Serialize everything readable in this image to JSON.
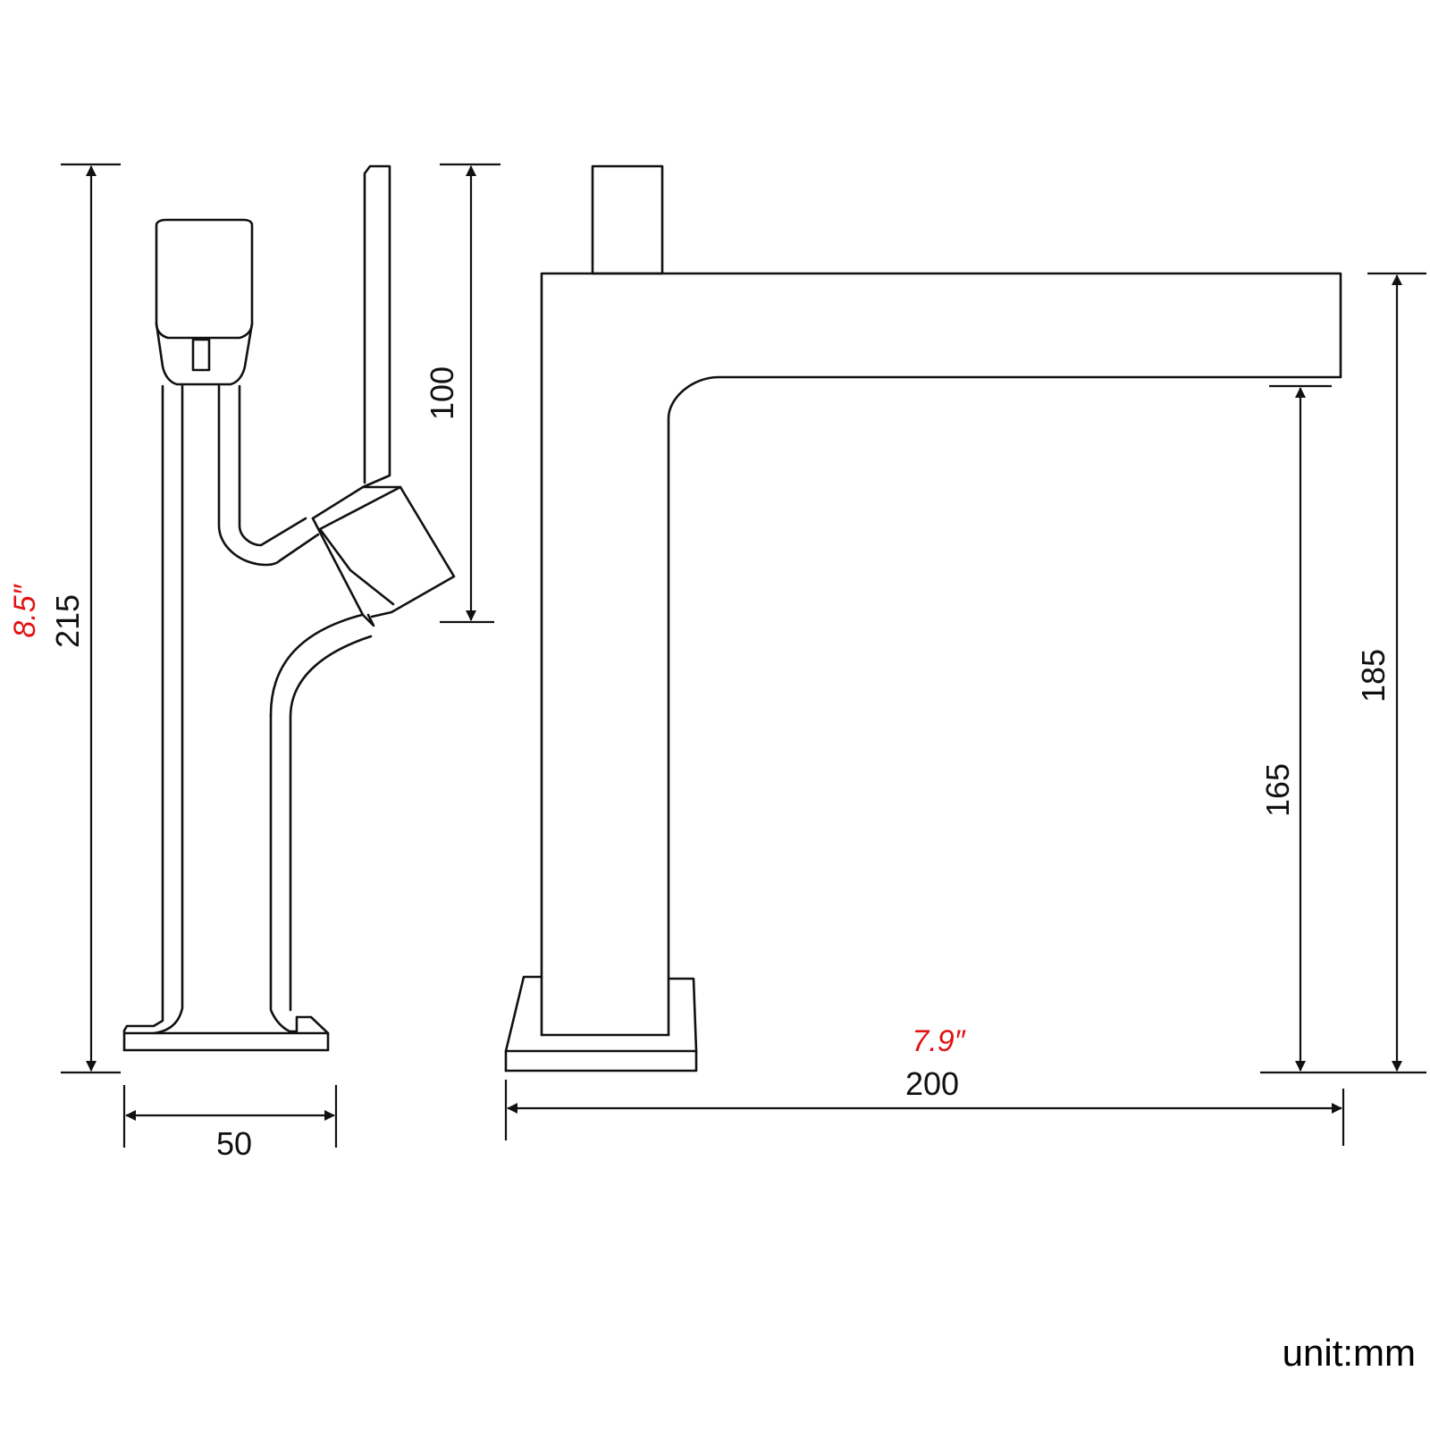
{
  "dimensions": {
    "total_height": "215",
    "total_height_inch": "8.5″",
    "handle_height": "100",
    "base_width": "50",
    "spout_height": "185",
    "spout_clearance": "165",
    "spout_length": "200",
    "spout_length_inch": "7.9″"
  },
  "unit_label": "unit:mm",
  "colors": {
    "line": "#111111",
    "inch_label": "#e31212",
    "background": "#ffffff"
  }
}
